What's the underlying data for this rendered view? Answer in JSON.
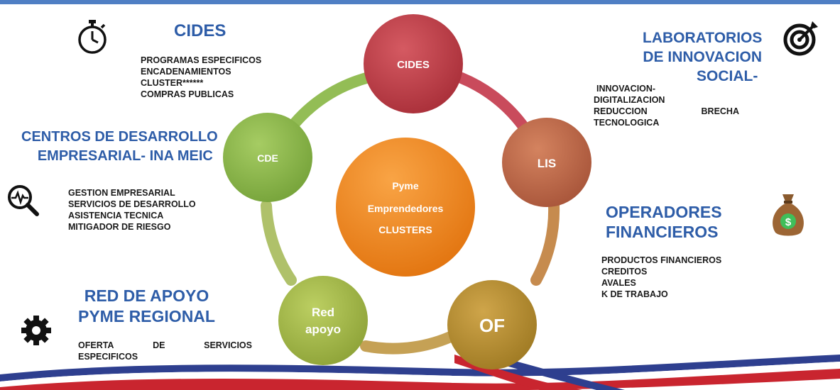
{
  "nodes": {
    "cides": "CIDES",
    "lis": "LIS",
    "of": "OF",
    "red_line1": "Red",
    "red_line2": "apoyo",
    "cde": "CDE",
    "center_line1": "Pyme",
    "center_line2": "Emprendedores",
    "center_line3": "CLUSTERS"
  },
  "cides_block": {
    "title": "CIDES",
    "items": [
      "PROGRAMAS ESPECIFICOS",
      "ENCADENAMIENTOS",
      "CLUSTER******",
      "COMPRAS PUBLICAS"
    ]
  },
  "lis_block": {
    "title_line1": "LABORATORIOS",
    "title_line2": "DE INNOVACION",
    "title_line3": "SOCIAL-",
    "items": [
      "INNOVACION-",
      "DIGITALIZACION",
      "REDUCCION",
      "BRECHA",
      "TECNOLOGICA"
    ]
  },
  "cde_block": {
    "title_line1": "CENTROS DE DESARROLLO",
    "title_line2": "EMPRESARIAL- INA MEIC",
    "items": [
      "GESTION EMPRESARIAL",
      "SERVICIOS DE DESARROLLO",
      "ASISTENCIA TECNICA",
      "MITIGADOR DE RIESGO"
    ]
  },
  "of_block": {
    "title_line1": "OPERADORES",
    "title_line2": "FINANCIEROS",
    "items": [
      "PRODUCTOS FINANCIEROS",
      "CREDITOS",
      "AVALES",
      "K DE TRABAJO"
    ]
  },
  "red_block": {
    "title_line1": "RED DE APOYO",
    "title_line2": "PYME REGIONAL",
    "items": [
      "OFERTA",
      "DE",
      "SERVICIOS",
      "ESPECIFICOS"
    ]
  },
  "icons": {
    "cides": "stopwatch-icon",
    "lis": "target-icon",
    "cde": "magnifier-pulse-icon",
    "of": "money-bag-icon",
    "red": "gear-icon"
  },
  "colors": {
    "heading": "#2e5da8",
    "cides": "#c0404a",
    "lis": "#c06a45",
    "of": "#b8902e",
    "red": "#a3bb45",
    "cde": "#8cb848",
    "center": "#f08a22"
  }
}
